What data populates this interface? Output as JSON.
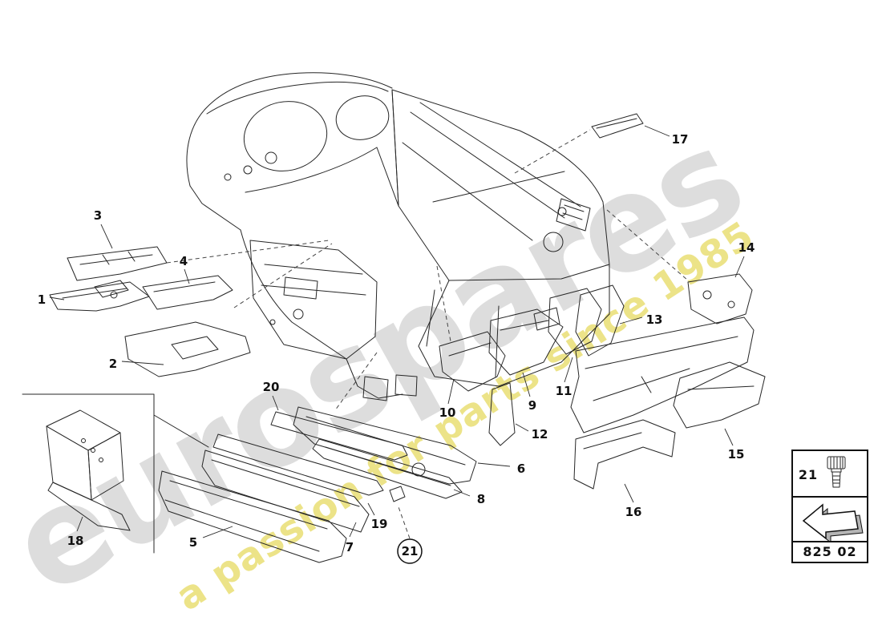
{
  "watermark": {
    "brand": "eurospares",
    "tagline": "a passion for parts since 1985"
  },
  "diagram": {
    "code": "825 02",
    "legend_ref": "21"
  },
  "callouts": [
    {
      "label": "1"
    },
    {
      "label": "2"
    },
    {
      "label": "3"
    },
    {
      "label": "4"
    },
    {
      "label": "5"
    },
    {
      "label": "6"
    },
    {
      "label": "7"
    },
    {
      "label": "8"
    },
    {
      "label": "9"
    },
    {
      "label": "10"
    },
    {
      "label": "11"
    },
    {
      "label": "12"
    },
    {
      "label": "13"
    },
    {
      "label": "14"
    },
    {
      "label": "15"
    },
    {
      "label": "16"
    },
    {
      "label": "17"
    },
    {
      "label": "18"
    },
    {
      "label": "19"
    },
    {
      "label": "20"
    },
    {
      "label": "21"
    }
  ]
}
